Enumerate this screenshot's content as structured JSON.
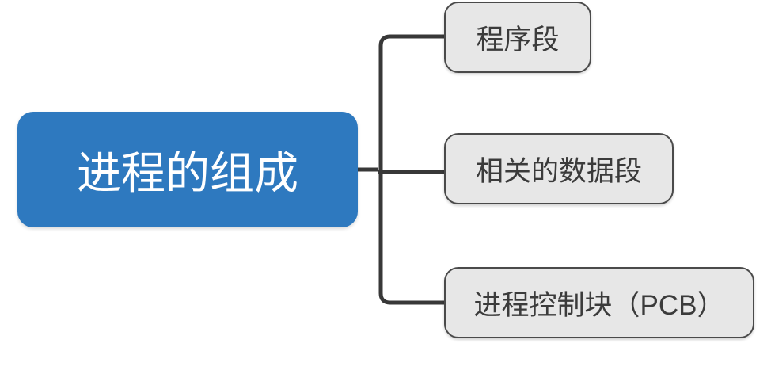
{
  "diagram": {
    "type": "mindmap",
    "root": {
      "label": "进程的组成"
    },
    "branches": [
      {
        "label": "程序段"
      },
      {
        "label": "相关的数据段"
      },
      {
        "label": "进程控制块（PCB）"
      }
    ],
    "colors": {
      "background": "#ffffff",
      "root_fill": "#2e79bf",
      "root_text": "#ffffff",
      "branch_fill": "#e7e7e7",
      "branch_border": "#4a4a4a",
      "branch_text": "#3b3b3b",
      "connector": "#383838"
    }
  }
}
